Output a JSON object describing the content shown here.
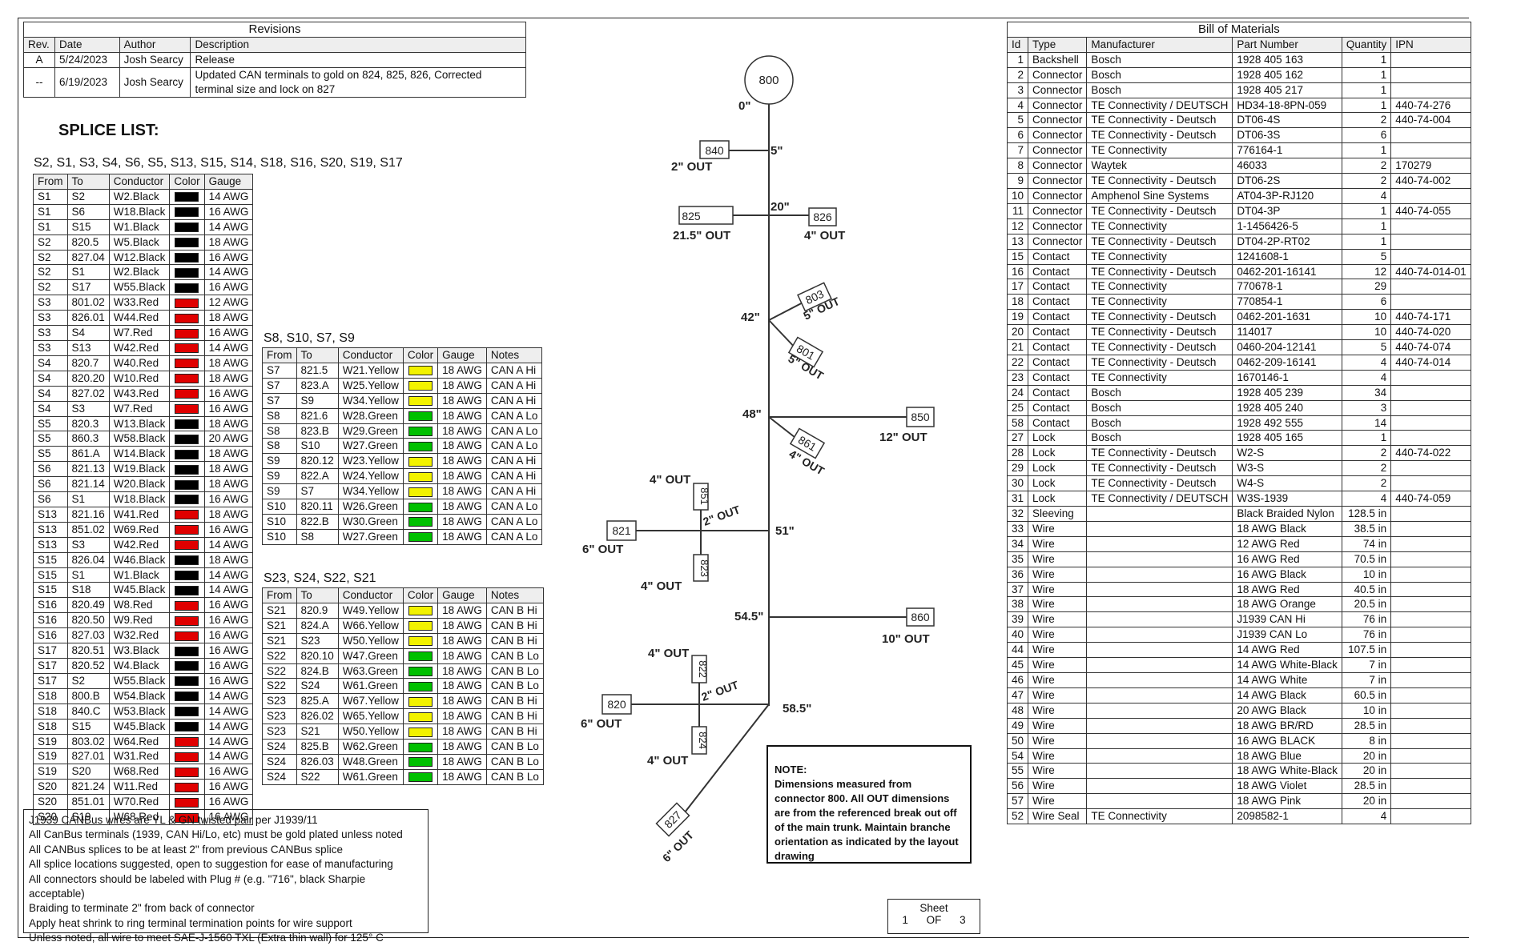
{
  "revisions": {
    "title": "Revisions",
    "headers": [
      "Rev.",
      "Date",
      "Author",
      "Description"
    ],
    "rows": [
      [
        "A",
        "5/24/2023",
        "Josh Searcy",
        "Release"
      ],
      [
        "--",
        "6/19/2023",
        "Josh Searcy",
        "Updated CAN terminals to gold on 824, 825, 826, Corrected terminal size and lock on 827"
      ]
    ]
  },
  "splice_list": {
    "title": "SPLICE LIST:",
    "group1_caption": "S2, S1, S3, S4, S6, S5, S13, S15, S14, S18, S16, S20, S19, S17",
    "group1_headers": [
      "From",
      "To",
      "Conductor",
      "Color",
      "Gauge"
    ],
    "group1_rows": [
      [
        "S1",
        "S2",
        "W2.Black",
        "black",
        "14 AWG"
      ],
      [
        "S1",
        "S6",
        "W18.Black",
        "black",
        "16 AWG"
      ],
      [
        "S1",
        "S15",
        "W1.Black",
        "black",
        "14 AWG"
      ],
      [
        "S2",
        "820.5",
        "W5.Black",
        "black",
        "18 AWG"
      ],
      [
        "S2",
        "827.04",
        "W12.Black",
        "black",
        "16 AWG"
      ],
      [
        "S2",
        "S1",
        "W2.Black",
        "black",
        "14 AWG"
      ],
      [
        "S2",
        "S17",
        "W55.Black",
        "black",
        "16 AWG"
      ],
      [
        "S3",
        "801.02",
        "W33.Red",
        "red",
        "12 AWG"
      ],
      [
        "S3",
        "826.01",
        "W44.Red",
        "red",
        "18 AWG"
      ],
      [
        "S3",
        "S4",
        "W7.Red",
        "red",
        "16 AWG"
      ],
      [
        "S3",
        "S13",
        "W42.Red",
        "red",
        "14 AWG"
      ],
      [
        "S4",
        "820.7",
        "W40.Red",
        "red",
        "18 AWG"
      ],
      [
        "S4",
        "820.20",
        "W10.Red",
        "red",
        "18 AWG"
      ],
      [
        "S4",
        "827.02",
        "W43.Red",
        "red",
        "16 AWG"
      ],
      [
        "S4",
        "S3",
        "W7.Red",
        "red",
        "16 AWG"
      ],
      [
        "S5",
        "820.3",
        "W13.Black",
        "black",
        "18 AWG"
      ],
      [
        "S5",
        "860.3",
        "W58.Black",
        "black",
        "20 AWG"
      ],
      [
        "S5",
        "861.A",
        "W14.Black",
        "black",
        "18 AWG"
      ],
      [
        "S6",
        "821.13",
        "W19.Black",
        "black",
        "18 AWG"
      ],
      [
        "S6",
        "821.14",
        "W20.Black",
        "black",
        "18 AWG"
      ],
      [
        "S6",
        "S1",
        "W18.Black",
        "black",
        "16 AWG"
      ],
      [
        "S13",
        "821.16",
        "W41.Red",
        "red",
        "18 AWG"
      ],
      [
        "S13",
        "851.02",
        "W69.Red",
        "red",
        "16 AWG"
      ],
      [
        "S13",
        "S3",
        "W42.Red",
        "red",
        "14 AWG"
      ],
      [
        "S15",
        "826.04",
        "W46.Black",
        "black",
        "18 AWG"
      ],
      [
        "S15",
        "S1",
        "W1.Black",
        "black",
        "14 AWG"
      ],
      [
        "S15",
        "S18",
        "W45.Black",
        "black",
        "14 AWG"
      ],
      [
        "S16",
        "820.49",
        "W8.Red",
        "red",
        "16 AWG"
      ],
      [
        "S16",
        "820.50",
        "W9.Red",
        "red",
        "16 AWG"
      ],
      [
        "S16",
        "827.03",
        "W32.Red",
        "red",
        "16 AWG"
      ],
      [
        "S17",
        "820.51",
        "W3.Black",
        "black",
        "16 AWG"
      ],
      [
        "S17",
        "820.52",
        "W4.Black",
        "black",
        "16 AWG"
      ],
      [
        "S17",
        "S2",
        "W55.Black",
        "black",
        "16 AWG"
      ],
      [
        "S18",
        "800.B",
        "W54.Black",
        "black",
        "14 AWG"
      ],
      [
        "S18",
        "840.C",
        "W53.Black",
        "black",
        "14 AWG"
      ],
      [
        "S18",
        "S15",
        "W45.Black",
        "black",
        "14 AWG"
      ],
      [
        "S19",
        "803.02",
        "W64.Red",
        "red",
        "14 AWG"
      ],
      [
        "S19",
        "827.01",
        "W31.Red",
        "red",
        "14 AWG"
      ],
      [
        "S19",
        "S20",
        "W68.Red",
        "red",
        "16 AWG"
      ],
      [
        "S20",
        "821.24",
        "W11.Red",
        "red",
        "16 AWG"
      ],
      [
        "S20",
        "851.01",
        "W70.Red",
        "red",
        "16 AWG"
      ],
      [
        "S20",
        "S19",
        "W68.Red",
        "red",
        "16 AWG"
      ]
    ],
    "group2_caption": "S8, S10, S7, S9",
    "group2_headers": [
      "From",
      "To",
      "Conductor",
      "Color",
      "Gauge",
      "Notes"
    ],
    "group2_rows": [
      [
        "S7",
        "821.5",
        "W21.Yellow",
        "yellow",
        "18 AWG",
        "CAN A Hi"
      ],
      [
        "S7",
        "823.A",
        "W25.Yellow",
        "yellow",
        "18 AWG",
        "CAN A Hi"
      ],
      [
        "S7",
        "S9",
        "W34.Yellow",
        "yellow",
        "18 AWG",
        "CAN A Hi"
      ],
      [
        "S8",
        "821.6",
        "W28.Green",
        "green",
        "18 AWG",
        "CAN A Lo"
      ],
      [
        "S8",
        "823.B",
        "W29.Green",
        "green",
        "18 AWG",
        "CAN A Lo"
      ],
      [
        "S8",
        "S10",
        "W27.Green",
        "green",
        "18 AWG",
        "CAN A Lo"
      ],
      [
        "S9",
        "820.12",
        "W23.Yellow",
        "yellow",
        "18 AWG",
        "CAN A Hi"
      ],
      [
        "S9",
        "822.A",
        "W24.Yellow",
        "yellow",
        "18 AWG",
        "CAN A Hi"
      ],
      [
        "S9",
        "S7",
        "W34.Yellow",
        "yellow",
        "18 AWG",
        "CAN A Hi"
      ],
      [
        "S10",
        "820.11",
        "W26.Green",
        "green",
        "18 AWG",
        "CAN A Lo"
      ],
      [
        "S10",
        "822.B",
        "W30.Green",
        "green",
        "18 AWG",
        "CAN A Lo"
      ],
      [
        "S10",
        "S8",
        "W27.Green",
        "green",
        "18 AWG",
        "CAN A Lo"
      ]
    ],
    "group3_caption": "S23, S24, S22, S21",
    "group3_headers": [
      "From",
      "To",
      "Conductor",
      "Color",
      "Gauge",
      "Notes"
    ],
    "group3_rows": [
      [
        "S21",
        "820.9",
        "W49.Yellow",
        "yellow",
        "18 AWG",
        "CAN B Hi"
      ],
      [
        "S21",
        "824.A",
        "W66.Yellow",
        "yellow",
        "18 AWG",
        "CAN B Hi"
      ],
      [
        "S21",
        "S23",
        "W50.Yellow",
        "yellow",
        "18 AWG",
        "CAN B Hi"
      ],
      [
        "S22",
        "820.10",
        "W47.Green",
        "green",
        "18 AWG",
        "CAN B Lo"
      ],
      [
        "S22",
        "824.B",
        "W63.Green",
        "green",
        "18 AWG",
        "CAN B Lo"
      ],
      [
        "S22",
        "S24",
        "W61.Green",
        "green",
        "18 AWG",
        "CAN B Lo"
      ],
      [
        "S23",
        "825.A",
        "W67.Yellow",
        "yellow",
        "18 AWG",
        "CAN B Hi"
      ],
      [
        "S23",
        "826.02",
        "W65.Yellow",
        "yellow",
        "18 AWG",
        "CAN B Hi"
      ],
      [
        "S23",
        "S21",
        "W50.Yellow",
        "yellow",
        "18 AWG",
        "CAN B Hi"
      ],
      [
        "S24",
        "825.B",
        "W62.Green",
        "green",
        "18 AWG",
        "CAN B Lo"
      ],
      [
        "S24",
        "826.03",
        "W48.Green",
        "green",
        "18 AWG",
        "CAN B Lo"
      ],
      [
        "S24",
        "S22",
        "W61.Green",
        "green",
        "18 AWG",
        "CAN B Lo"
      ]
    ]
  },
  "swatch_colors": {
    "black": "#000000",
    "red": "#e00000",
    "yellow": "#f2f200",
    "green": "#00c000"
  },
  "notes": [
    "J1939 CANBus wires are YL & GN twisted pair per J1939/11",
    "All CanBus terminals (1939, CAN Hi/Lo, etc) must be gold plated unless noted",
    "All CANBus splices to be at least 2\" from previous CANBus splice",
    "All splice locations suggested, open to suggestion for ease of manufacturing",
    "All connectors should be labeled with Plug # (e.g. \"716\", black Sharpie acceptable)",
    "Braiding to terminate 2\" from back of connector",
    "Apply heat shrink to ring terminal termination points for wire support",
    "Unless noted, all wire to meet SAE-J-1560 TXL (Extra thin wall) for 125° C"
  ],
  "bom": {
    "title": "Bill of Materials",
    "headers": [
      "Id",
      "Type",
      "Manufacturer",
      "Part Number",
      "Quantity",
      "IPN"
    ],
    "rows": [
      [
        "1",
        "Backshell",
        "Bosch",
        "1928 405 163",
        "1",
        ""
      ],
      [
        "2",
        "Connector",
        "Bosch",
        "1928 405 162",
        "1",
        ""
      ],
      [
        "3",
        "Connector",
        "Bosch",
        "1928 405 217",
        "1",
        ""
      ],
      [
        "4",
        "Connector",
        "TE Connectivity / DEUTSCH",
        "HD34-18-8PN-059",
        "1",
        "440-74-276"
      ],
      [
        "5",
        "Connector",
        "TE Connectivity - Deutsch",
        "DT06-4S",
        "2",
        "440-74-004"
      ],
      [
        "6",
        "Connector",
        "TE Connectivity - Deutsch",
        "DT06-3S",
        "6",
        ""
      ],
      [
        "7",
        "Connector",
        "TE Connectivity",
        "776164-1",
        "1",
        ""
      ],
      [
        "8",
        "Connector",
        "Waytek",
        "46033",
        "2",
        "170279"
      ],
      [
        "9",
        "Connector",
        "TE Connectivity - Deutsch",
        "DT06-2S",
        "2",
        "440-74-002"
      ],
      [
        "10",
        "Connector",
        "Amphenol Sine Systems",
        "AT04-3P-RJ120",
        "4",
        ""
      ],
      [
        "11",
        "Connector",
        "TE Connectivity - Deutsch",
        "DT04-3P",
        "1",
        "440-74-055"
      ],
      [
        "12",
        "Connector",
        "TE Connectivity",
        "1-1456426-5",
        "1",
        ""
      ],
      [
        "13",
        "Connector",
        "TE Connectivity - Deutsch",
        "DT04-2P-RT02",
        "1",
        ""
      ],
      [
        "15",
        "Contact",
        "TE Connectivity",
        "1241608-1",
        "5",
        ""
      ],
      [
        "16",
        "Contact",
        "TE Connectivity - Deutsch",
        "0462-201-16141",
        "12",
        "440-74-014-01"
      ],
      [
        "17",
        "Contact",
        "TE Connectivity",
        "770678-1",
        "29",
        ""
      ],
      [
        "18",
        "Contact",
        "TE Connectivity",
        "770854-1",
        "6",
        ""
      ],
      [
        "19",
        "Contact",
        "TE Connectivity - Deutsch",
        "0462-201-1631",
        "10",
        "440-74-171"
      ],
      [
        "20",
        "Contact",
        "TE Connectivity - Deutsch",
        "114017",
        "10",
        "440-74-020"
      ],
      [
        "21",
        "Contact",
        "TE Connectivity - Deutsch",
        "0460-204-12141",
        "5",
        "440-74-074"
      ],
      [
        "22",
        "Contact",
        "TE Connectivity - Deutsch",
        "0462-209-16141",
        "4",
        "440-74-014"
      ],
      [
        "23",
        "Contact",
        "TE Connectivity",
        "1670146-1",
        "4",
        ""
      ],
      [
        "24",
        "Contact",
        "Bosch",
        "1928 405 239",
        "34",
        ""
      ],
      [
        "25",
        "Contact",
        "Bosch",
        "1928 405 240",
        "3",
        ""
      ],
      [
        "58",
        "Contact",
        "Bosch",
        "1928 492 555",
        "14",
        ""
      ],
      [
        "27",
        "Lock",
        "Bosch",
        "1928 405 165",
        "1",
        ""
      ],
      [
        "28",
        "Lock",
        "TE Connectivity - Deutsch",
        "W2-S",
        "2",
        "440-74-022"
      ],
      [
        "29",
        "Lock",
        "TE Connectivity - Deutsch",
        "W3-S",
        "2",
        ""
      ],
      [
        "30",
        "Lock",
        "TE Connectivity - Deutsch",
        "W4-S",
        "2",
        ""
      ],
      [
        "31",
        "Lock",
        "TE Connectivity / DEUTSCH",
        "W3S-1939",
        "4",
        "440-74-059"
      ],
      [
        "32",
        "Sleeving",
        "",
        "Black Braided Nylon",
        "128.5 in",
        ""
      ],
      [
        "33",
        "Wire",
        "",
        "18 AWG Black",
        "38.5 in",
        ""
      ],
      [
        "34",
        "Wire",
        "",
        "12 AWG Red",
        "74 in",
        ""
      ],
      [
        "35",
        "Wire",
        "",
        "16 AWG Red",
        "70.5 in",
        ""
      ],
      [
        "36",
        "Wire",
        "",
        "16 AWG Black",
        "10 in",
        ""
      ],
      [
        "37",
        "Wire",
        "",
        "18 AWG Red",
        "40.5 in",
        ""
      ],
      [
        "38",
        "Wire",
        "",
        "18 AWG Orange",
        "20.5 in",
        ""
      ],
      [
        "39",
        "Wire",
        "",
        "J1939 CAN Hi",
        "76 in",
        ""
      ],
      [
        "40",
        "Wire",
        "",
        "J1939 CAN Lo",
        "76 in",
        ""
      ],
      [
        "44",
        "Wire",
        "",
        "14 AWG Red",
        "107.5 in",
        ""
      ],
      [
        "45",
        "Wire",
        "",
        "14 AWG White-Black",
        "7 in",
        ""
      ],
      [
        "46",
        "Wire",
        "",
        "14 AWG White",
        "7 in",
        ""
      ],
      [
        "47",
        "Wire",
        "",
        "14 AWG Black",
        "60.5 in",
        ""
      ],
      [
        "48",
        "Wire",
        "",
        "20 AWG Black",
        "10 in",
        ""
      ],
      [
        "49",
        "Wire",
        "",
        "18 AWG BR/RD",
        "28.5 in",
        ""
      ],
      [
        "50",
        "Wire",
        "",
        "16 AWG BLACK",
        "8 in",
        ""
      ],
      [
        "54",
        "Wire",
        "",
        "18 AWG Blue",
        "20 in",
        ""
      ],
      [
        "55",
        "Wire",
        "",
        "18 AWG White-Black",
        "20 in",
        ""
      ],
      [
        "56",
        "Wire",
        "",
        "18 AWG Violet",
        "28.5 in",
        ""
      ],
      [
        "57",
        "Wire",
        "",
        "18 AWG Pink",
        "20 in",
        ""
      ],
      [
        "52",
        "Wire Seal",
        "TE Connectivity",
        "2098582-1",
        "4",
        ""
      ]
    ]
  },
  "diagram": {
    "connector_800": "800",
    "dim_0": "0\"",
    "conn_840": "840",
    "dim_5": "5\"",
    "out_840": "2\" OUT",
    "conn_825": "825",
    "dim_20": "20\"",
    "out_825": "21.5\" OUT",
    "conn_826": "826",
    "out_826": "4\" OUT",
    "dim_42": "42\"",
    "conn_803": "803",
    "out_803": "5\" OUT",
    "conn_801": "801",
    "out_801": "5\" OUT",
    "dim_48": "48\"",
    "conn_850": "850",
    "out_850": "12\" OUT",
    "conn_861": "861",
    "out_861": "4\" OUT",
    "conn_851": "851",
    "out_851": "4\" OUT",
    "dim_51": "51\"",
    "conn_821": "821",
    "out_821": "6\" OUT",
    "out_821_branch": "2\" OUT",
    "conn_823": "823",
    "out_823": "4\" OUT",
    "dim_54_5": "54.5\"",
    "conn_860": "860",
    "out_860": "10\" OUT",
    "conn_822": "822",
    "out_822": "4\" OUT",
    "dim_58_5": "58.5\"",
    "conn_820": "820",
    "out_820": "6\" OUT",
    "out_820_branch": "2\" OUT",
    "conn_824": "824",
    "out_824": "4\" OUT",
    "conn_827": "827",
    "out_827": "6\" OUT"
  },
  "layout_note": {
    "heading": "NOTE:",
    "text": "Dimensions measured from connector 800. All OUT dimensions are from the referenced break out off of the main trunk. Maintain branche orientation as indicated by the layout drawing"
  },
  "sheet": {
    "label": "Sheet",
    "number": "1",
    "of_label": "OF",
    "total": "3"
  }
}
